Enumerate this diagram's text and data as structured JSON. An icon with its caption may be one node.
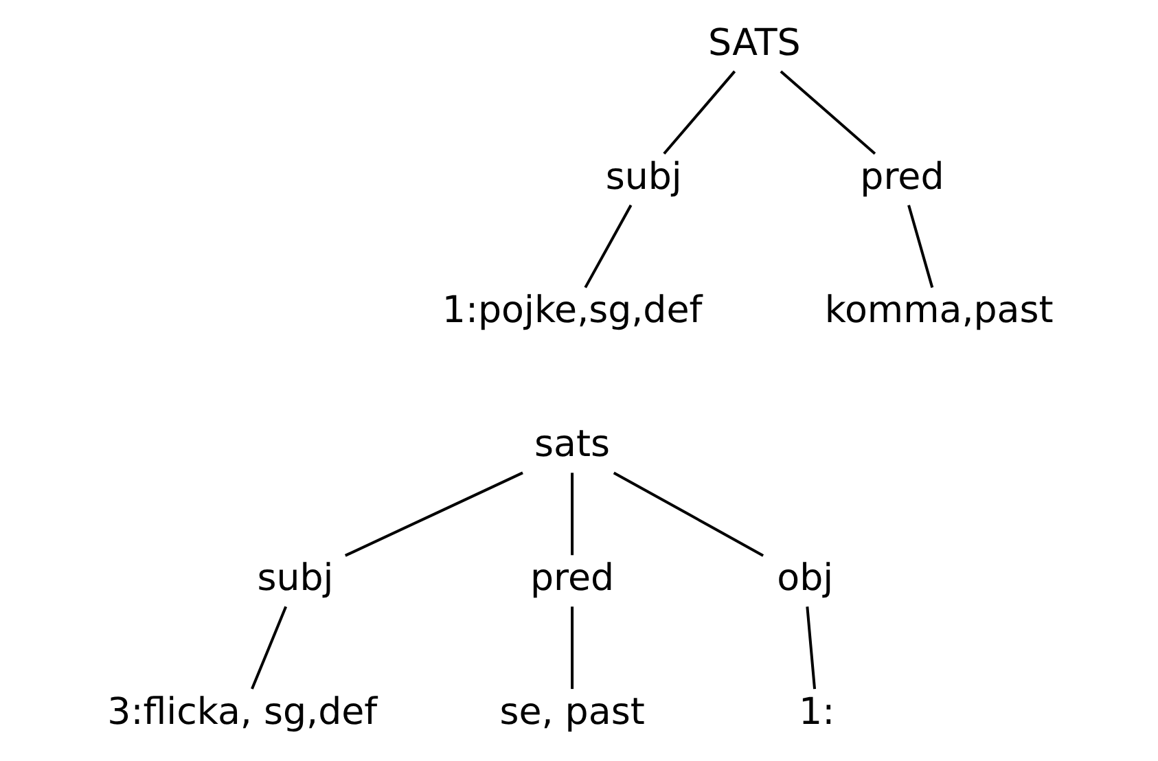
{
  "diagram": {
    "nodes": [
      {
        "text": [
          "SATS"
        ]
      },
      {
        "text": [
          "subj"
        ]
      },
      {
        "text": [
          "pred"
        ]
      },
      {
        "text": [
          "1:pojke,sg,def"
        ]
      },
      {
        "text": [
          "komma,past"
        ]
      },
      {
        "text": [
          "sats"
        ]
      },
      {
        "text": [
          "subj"
        ]
      },
      {
        "text": [
          "pred"
        ]
      },
      {
        "text": [
          "obj"
        ]
      },
      {
        "text": [
          "3:flicka, sg,def"
        ]
      },
      {
        "text": [
          "se, past"
        ]
      },
      {
        "text": [
          "1:"
        ]
      }
    ],
    "edges": [
      {
        "from": 0,
        "to": 1,
        "arrow": "none"
      },
      {
        "from": 0,
        "to": 2,
        "arrow": "none"
      },
      {
        "from": 1,
        "to": 3,
        "arrow": "none"
      },
      {
        "from": 2,
        "to": 4,
        "arrow": "none"
      },
      {
        "from": 5,
        "to": 6,
        "arrow": "none"
      },
      {
        "from": 5,
        "to": 7,
        "arrow": "none"
      },
      {
        "from": 5,
        "to": 8,
        "arrow": "none"
      },
      {
        "from": 6,
        "to": 9,
        "arrow": "none"
      },
      {
        "from": 7,
        "to": 10,
        "arrow": "none"
      },
      {
        "from": 8,
        "to": 11,
        "arrow": "none"
      }
    ]
  }
}
